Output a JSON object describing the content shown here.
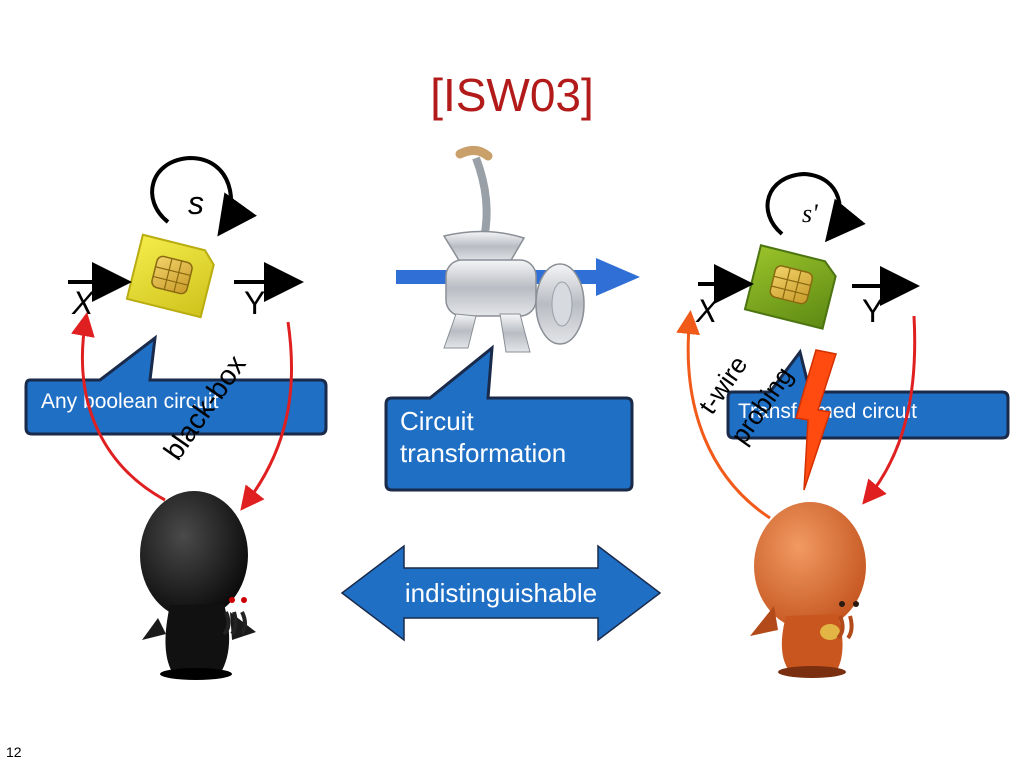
{
  "title": "[ISW03]",
  "slide_number": "12",
  "left": {
    "secret": "s",
    "input": "X",
    "output": "Y",
    "callout": "Any boolean circuit",
    "channel": "black-box"
  },
  "center": {
    "callout_line1": "Circuit",
    "callout_line2": "transformation",
    "relation": "indistinguishable"
  },
  "right": {
    "secret": "s'",
    "input": "X",
    "output": "Y",
    "callout": "Transformed circuit",
    "channel_line1": "t-wire",
    "channel_line2": "probing"
  },
  "colors": {
    "title": "#b31b1b",
    "callout_fill": "#1f6fc5",
    "callout_stroke": "#1a2a4a",
    "arrow_red": "#e02020",
    "arrow_orange": "#f25a1a",
    "transform_arrow": "#2f6fd6"
  }
}
